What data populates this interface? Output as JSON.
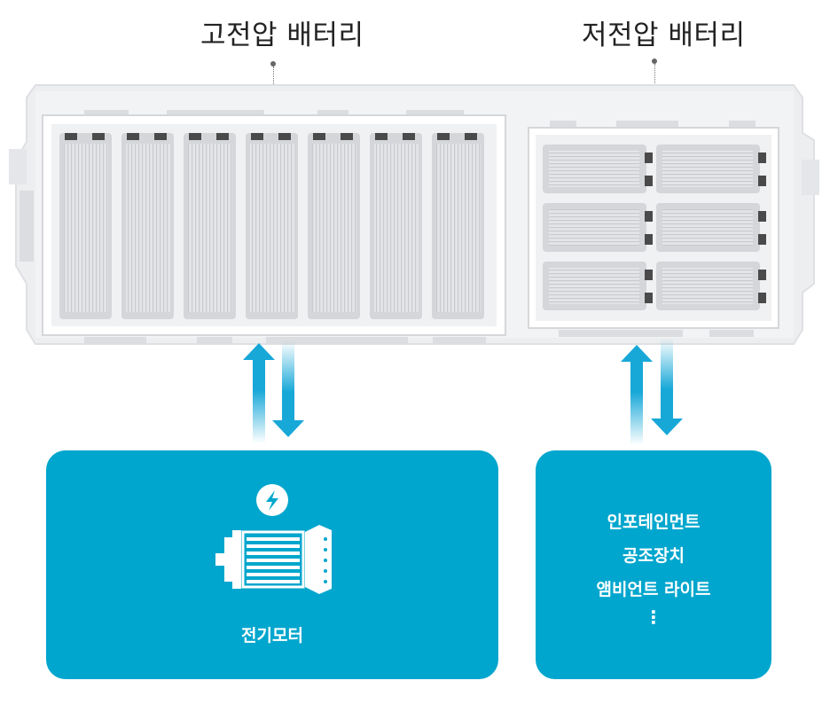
{
  "labels": {
    "high_voltage_battery": "고전압 배터리",
    "low_voltage_battery": "저전압 배터리"
  },
  "motor_box": {
    "label": "전기모터",
    "icon": "lightning-bolt-icon"
  },
  "accessories_box": {
    "items": [
      "인포테인먼트",
      "공조장치",
      "앰비언트 라이트"
    ],
    "ellipsis": "⋮"
  },
  "colors": {
    "box_blue": "#00a6cd",
    "arrow_blue": "#18a8d8",
    "housing_gray": "#e8e9ec",
    "cell_gray": "#d9dadd"
  }
}
